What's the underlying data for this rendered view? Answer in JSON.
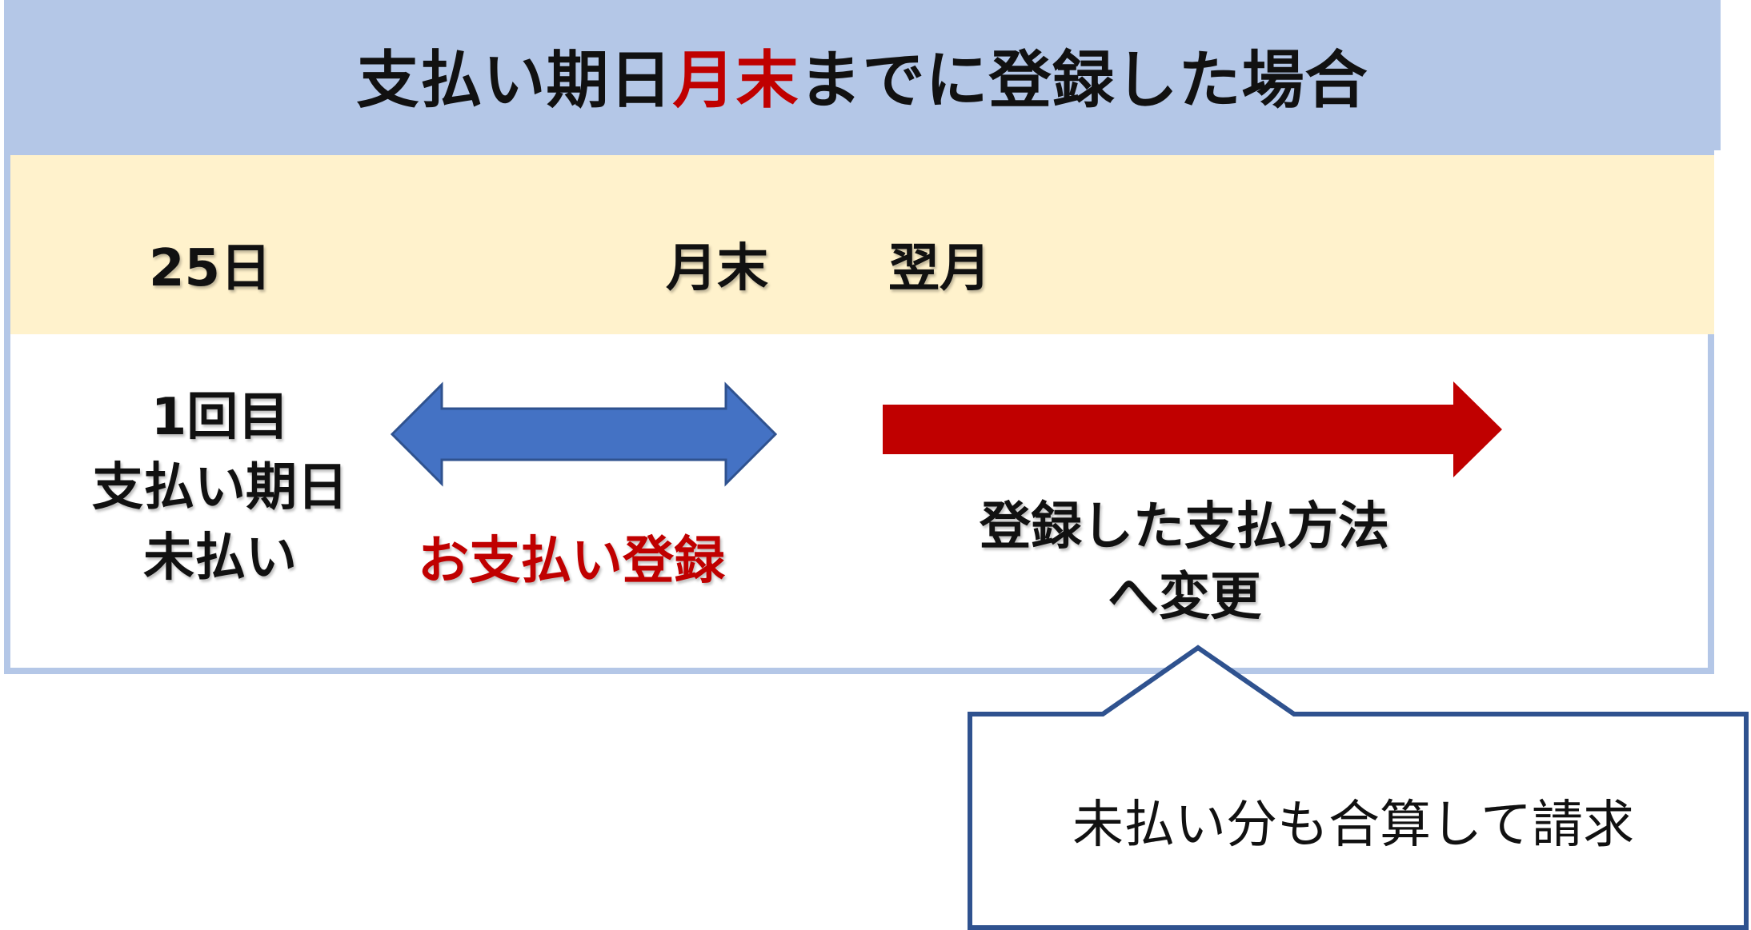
{
  "title": {
    "before": "支払い期日",
    "accent": "月末",
    "after": "までに登録した場合"
  },
  "timeline": {
    "day25": "25日",
    "month_end": "月末",
    "next_month": "翌月"
  },
  "first_due": {
    "line1": "1回目",
    "line2": "支払い期日",
    "line3": "未払い"
  },
  "payment_registration": "お支払い登録",
  "method_change": {
    "line1": "登録した支払方法",
    "line2": "へ変更"
  },
  "callout": "未払い分も合算して請求",
  "colors": {
    "band_blue": "#b4c7e7",
    "band_yellow": "#fff2cc",
    "arrow_blue": "#4472c4",
    "arrow_red": "#c00000",
    "callout_border": "#2f528f"
  }
}
